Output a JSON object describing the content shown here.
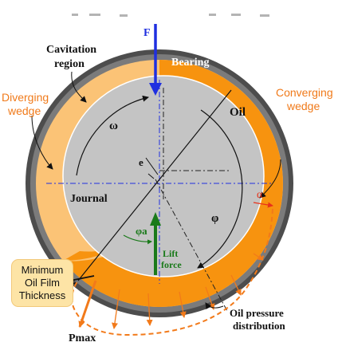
{
  "labels": {
    "force": "F",
    "bearing": "Bearing",
    "cavitation": [
      "Cavitation",
      "region"
    ],
    "diverging": [
      "Diverging",
      "wedge"
    ],
    "converging": [
      "Converging",
      "wedge"
    ],
    "oil": "Oil",
    "omega": "ω",
    "eccentricity": "e",
    "journal": "Journal",
    "phi_a": "φa",
    "phi": "φ",
    "alpha": "α",
    "lift_force": [
      "Lift",
      "force"
    ],
    "min_film": [
      "Minimum",
      "Oil Film",
      "Thickness"
    ],
    "oil_pressure": [
      "Oil pressure",
      "distribution"
    ],
    "pmax": "Pmax"
  },
  "colors": {
    "bearing_ring": "#4d4d4d",
    "bearing_ring_inner": "#8a8a8a",
    "oil_dark": "#f7930f",
    "oil_light": "#fbc376",
    "journal": "#c4c4c4",
    "force_arrow": "#1f2fe0",
    "lift_arrow": "#1a7a1a",
    "pressure": "#f27a1a",
    "alpha": "#e8321a",
    "orange_text": "#f07a1a"
  }
}
